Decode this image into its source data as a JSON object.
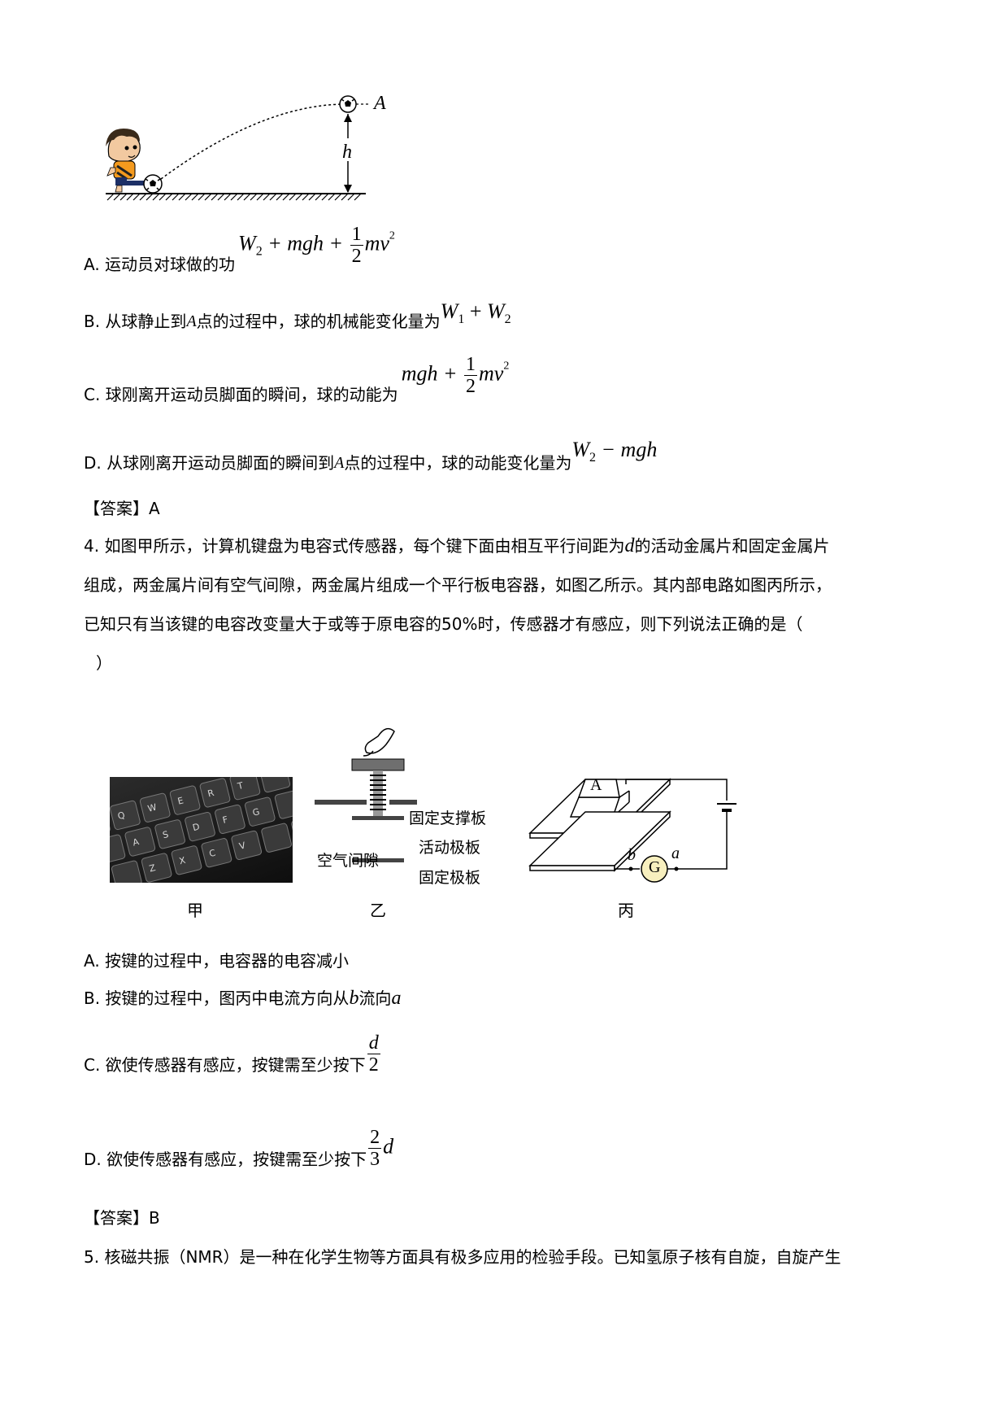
{
  "fig1": {
    "point_label": "A",
    "height_label": "h"
  },
  "q3": {
    "optA": {
      "prefix": "A. 运动员对球做的功",
      "expr_w": "W",
      "expr_w_sub": "2",
      "expr_mid": " + mgh + ",
      "frac_num": "1",
      "frac_den": "2",
      "expr_end": "mv",
      "expr_sup": "2"
    },
    "optB": {
      "prefix": "B. 从球静止到",
      "pointA": "A",
      "mid": " 点的过程中，球的机械能变化量为",
      "w1": "W",
      "w1_sub": "1",
      "plus": " + ",
      "w2": "W",
      "w2_sub": "2"
    },
    "optC": {
      "prefix": "C. 球刚离开运动员脚面的瞬间，球的动能为",
      "mgh": "mgh + ",
      "frac_num": "1",
      "frac_den": "2",
      "expr_end": "mv",
      "expr_sup": "2"
    },
    "optD": {
      "prefix": "D. 从球刚离开运动员脚面的瞬间到",
      "pointA": "A",
      "mid": " 点的过程中，球的动能变化量为",
      "w": "W",
      "w_sub": "2",
      "rest": " − mgh"
    },
    "answer": "【答案】A"
  },
  "q4": {
    "line1a": "4. 如图甲所示，计算机键盘为电容式传感器，每个键下面由相互平行间距为",
    "d": "d",
    "line1b": "的活动金属片和固定金属片",
    "line2": "组成，两金属片间有空气间隙，两金属片组成一个平行板电容器，如图乙所示。其内部电路如图丙所示，",
    "line3": "已知只有当该键的电容改变量大于或等于原电容的50%时，传感器才有感应，则下列说法正确的是（",
    "line4": "）",
    "keyboard_keys": [
      "Q",
      "W",
      "E",
      "R",
      "T",
      "A",
      "S",
      "D",
      "F",
      "G",
      "Z",
      "X",
      "C",
      "V"
    ],
    "fig_yi_labels": [
      "固定支撑板",
      "活动极板",
      "空气间隙",
      "固定极板"
    ],
    "fig_bing_labels": {
      "key": "A",
      "b": "b",
      "a": "a",
      "galvanometer": "G"
    },
    "captions": [
      "甲",
      "乙",
      "丙"
    ],
    "optA": "A. 按键的过程中，电容器的电容减小",
    "optB_prefix": "B. 按键的过程中，图丙中电流方向从",
    "optB_b": "b",
    "optB_mid": "流向",
    "optB_a": "a",
    "optC_prefix": "C. 欲使传感器有感应，按键需至少按下",
    "optC_num": "d",
    "optC_den": "2",
    "optD_prefix": "D. 欲使传感器有感应，按键需至少按下",
    "optD_num": "2",
    "optD_den": "3",
    "optD_d": "d",
    "answer": "【答案】B"
  },
  "q5": {
    "line1": "5. 核磁共振（NMR）是一种在化学生物等方面具有极多应用的检验手段。已知氢原子核有自旋，自旋产生"
  }
}
